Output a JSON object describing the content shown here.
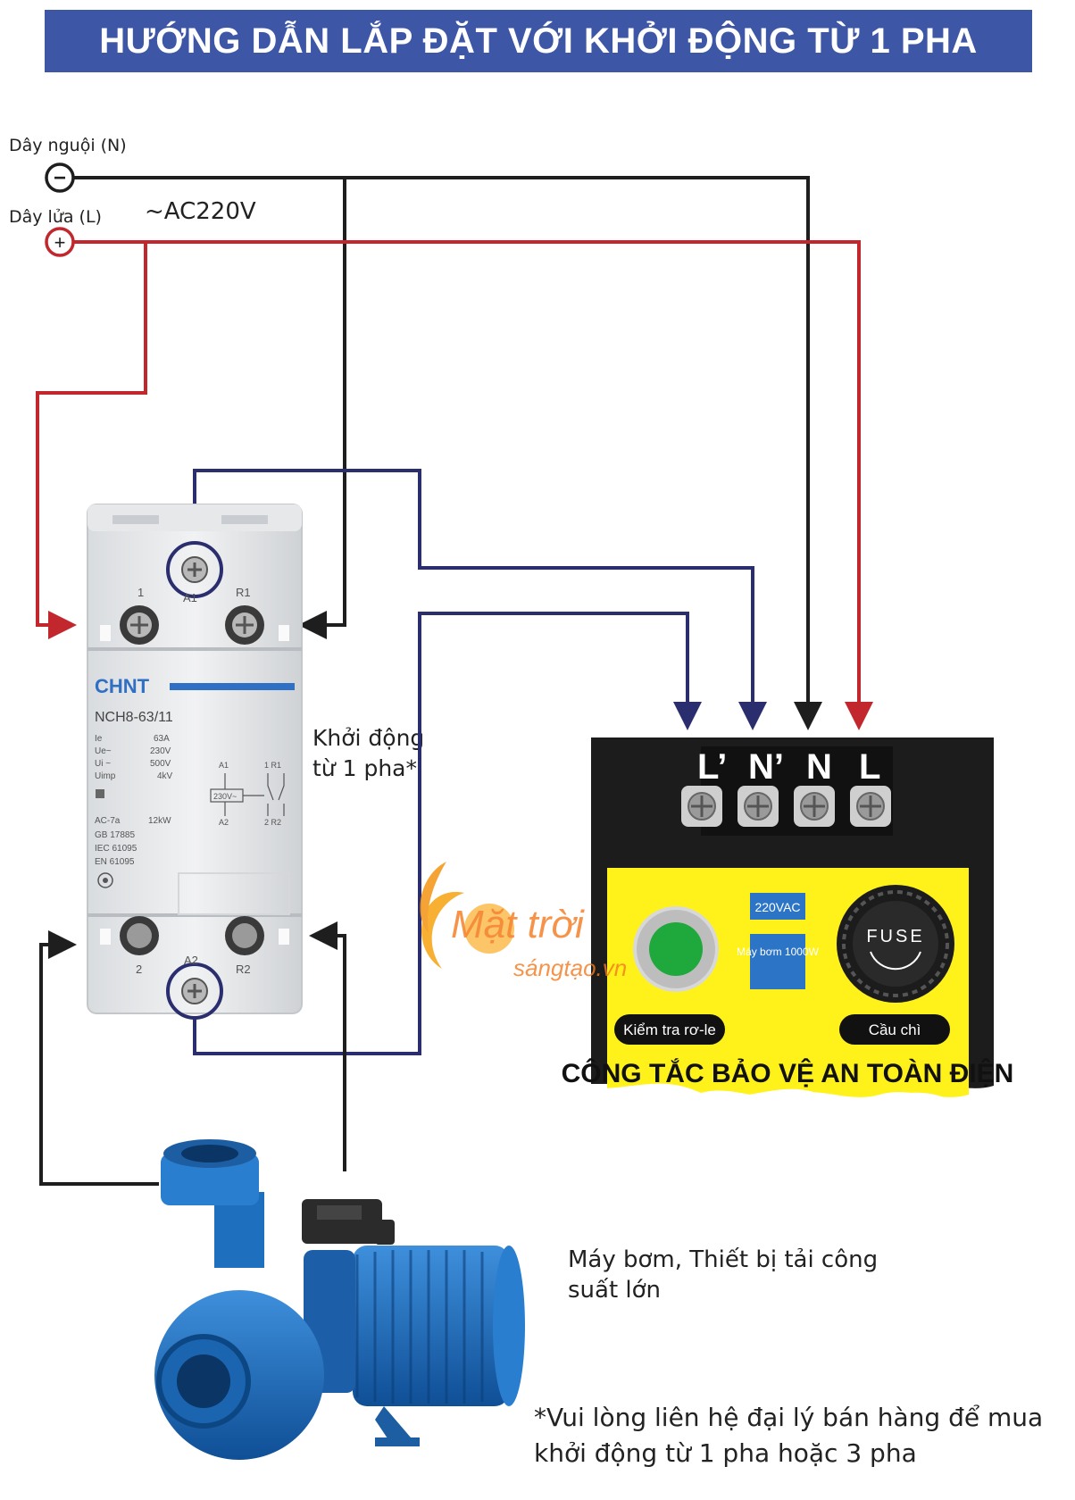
{
  "title": "HƯỚNG DẪN LẮP ĐẶT VỚI KHỞI ĐỘNG TỪ 1 PHA",
  "supply": {
    "neutral_label": "Dây nguội (N)",
    "live_label": "Dây lửa (L)",
    "voltage": "~AC220V",
    "neutral_symbol": "−",
    "live_symbol": "+"
  },
  "contactor": {
    "brand": "CHNT",
    "model": "NCH8-63/11",
    "specs": [
      {
        "key": "Ie",
        "value": "63A"
      },
      {
        "key": "Ue~",
        "value": "230V"
      },
      {
        "key": "Ui ~",
        "value": "500V"
      },
      {
        "key": "Uimp",
        "value": "4kV"
      }
    ],
    "ac7a": "AC-7a",
    "power": "12kW",
    "standards": [
      "GB 17885",
      "IEC 61095",
      "EN 61095"
    ],
    "coil": "230V~",
    "top_terminals": [
      "1",
      "A1",
      "R1"
    ],
    "bottom_terminals": [
      "2",
      "A2",
      "R2"
    ],
    "schematic_labels": [
      "A1",
      "A2",
      "1 R1",
      "2 R2"
    ],
    "caption": "Khởi động từ 1 pha*"
  },
  "protector": {
    "terminals": [
      "L’",
      "N’",
      "N",
      "L"
    ],
    "rating": "220VAC",
    "pump_rating": "Máy bơm 1000W",
    "fuse": "FUSE",
    "test_label": "Kiểm tra rơ-le",
    "fuse_label": "Cầu chì",
    "title": "CÔNG TẮC BẢO VỆ AN TOÀN ĐIỆN"
  },
  "watermark": {
    "line1": "Mặt trời",
    "line2": "sángtạo.vn"
  },
  "pump_label": "Máy bơm, Thiết bị tải công suất lớn",
  "note": "*Vui lòng liên hệ đại lý bán hàng để mua khởi động từ 1 pha hoặc 3 pha",
  "colors": {
    "banner": "#3d56a6",
    "neutral_wire": "#1e1e1e",
    "live_wire": "#c1272d",
    "signal_wire": "#2b2e6e",
    "panel_yellow": "#fff21a",
    "pump_blue": "#1e6fbf"
  }
}
